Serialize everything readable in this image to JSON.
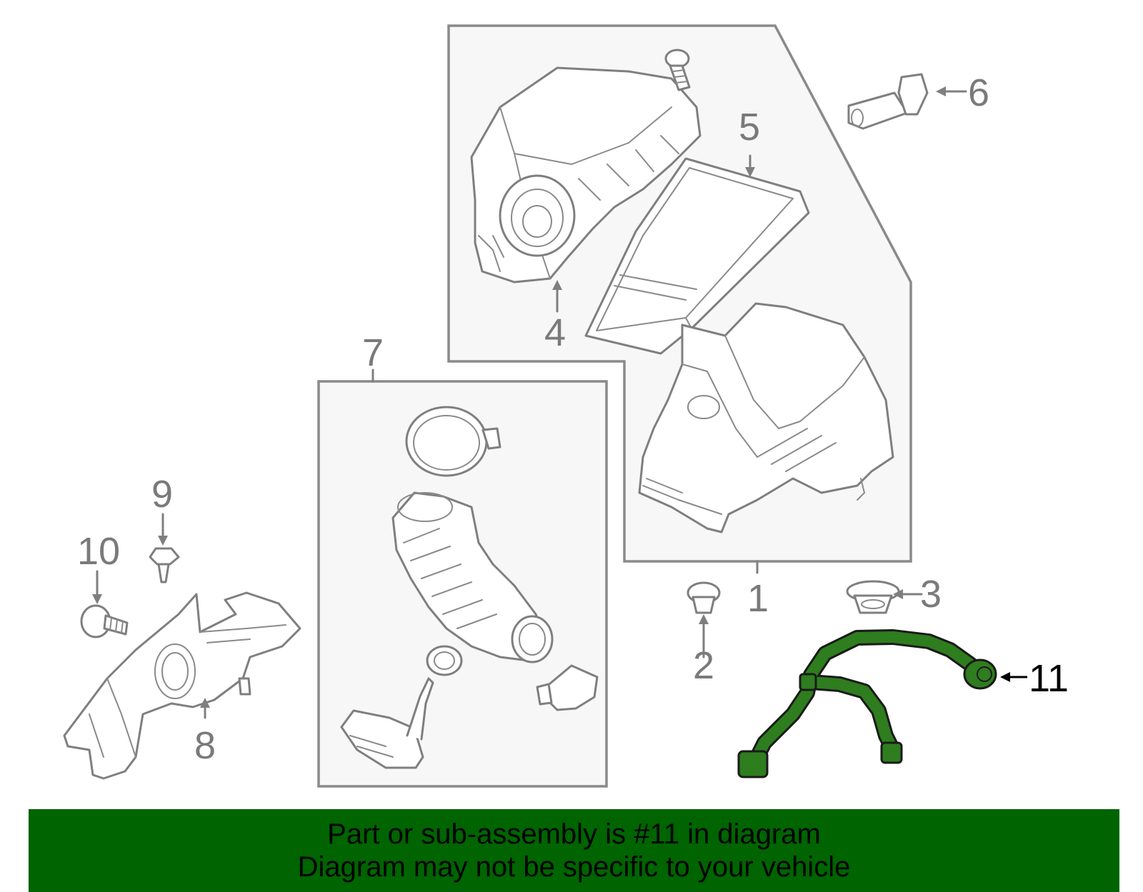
{
  "diagram": {
    "callouts": [
      {
        "id": "1",
        "label": "1"
      },
      {
        "id": "2",
        "label": "2"
      },
      {
        "id": "3",
        "label": "3"
      },
      {
        "id": "4",
        "label": "4"
      },
      {
        "id": "5",
        "label": "5"
      },
      {
        "id": "6",
        "label": "6"
      },
      {
        "id": "7",
        "label": "7"
      },
      {
        "id": "8",
        "label": "8"
      },
      {
        "id": "9",
        "label": "9"
      },
      {
        "id": "10",
        "label": "10"
      },
      {
        "id": "11",
        "label": "11"
      }
    ],
    "highlighted_part": "11",
    "colors": {
      "highlight": "#2e7d1e",
      "line_art": "#7f7f7f",
      "group_box_fill": "#f7f7f7",
      "banner": "#006400"
    }
  },
  "banner": {
    "line1": "Part or sub-assembly is #11 in diagram",
    "line2": "Diagram may not be specific to your vehicle"
  }
}
